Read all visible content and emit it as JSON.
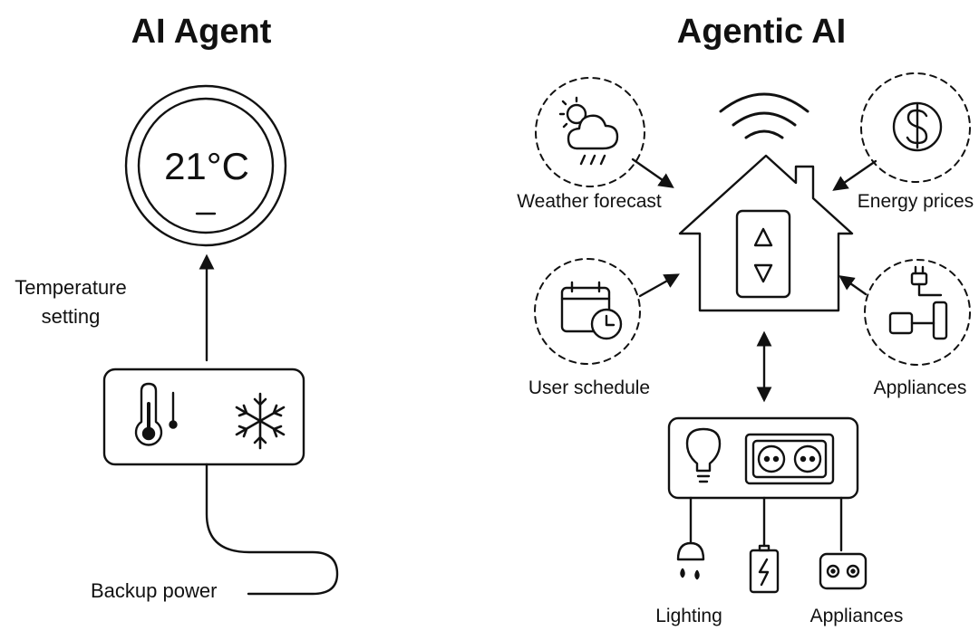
{
  "left": {
    "title": "AI Agent",
    "thermostat_reading": "21°C",
    "temperature_setting_label_line1": "Temperature",
    "temperature_setting_label_line2": "setting",
    "backup_power_label": "Backup power"
  },
  "right": {
    "title": "Agentic AI",
    "inputs": {
      "weather": "Weather forecast",
      "energy": "Energy prices",
      "schedule": "User schedule",
      "appliances": "Appliances"
    },
    "outputs": {
      "lighting": "Lighting",
      "appliances": "Appliances"
    }
  },
  "icons": [
    "thermostat-icon",
    "thermometer-icon",
    "snowflake-icon",
    "cloud-sun-rain-icon",
    "dollar-icon",
    "calendar-clock-icon",
    "plug-icon",
    "wifi-icon",
    "house-icon",
    "updown-control-icon",
    "lightbulb-icon",
    "socket-icon",
    "lamp-icon",
    "battery-icon"
  ]
}
